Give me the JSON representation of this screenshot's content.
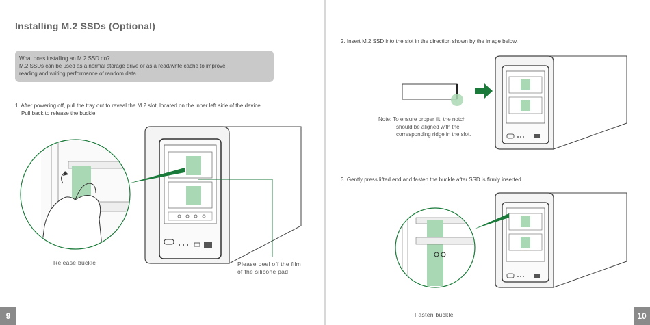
{
  "left_page": {
    "title": "Installing M.2 SSDs (Optional)",
    "info_question": "What does installing an M.2 SSD do?",
    "info_answer_line1": "M.2 SSDs can be used as a normal storage drive or as a read/write cache to improve",
    "info_answer_line2": "reading and writing performance of random data.",
    "step1_line1": "1. After powering off, pull the tray out to reveal the M.2 slot, located on the inner left side of the device.",
    "step1_line2": "Pull back to release the buckle.",
    "caption_release": "Release buckle",
    "caption_peel_line1": "Please peel off the film",
    "caption_peel_line2": "of the silicone pad",
    "page_number": "9"
  },
  "right_page": {
    "step2": "2. Insert M.2 SSD into the slot in the direction shown by the image below.",
    "note_line1": "Note: To ensure proper fit, the notch",
    "note_line2": "should be aligned with the",
    "note_line3": "corresponding ridge in the slot.",
    "step3": "3. Gently press lifted end and fasten the buckle after SSD is firmly inserted.",
    "caption_fasten": "Fasten buckle",
    "page_number": "10"
  },
  "colors": {
    "accent_green": "#1a7a3a",
    "pad_green": "#a9d8b4",
    "page_number_bg": "#8a8a8a",
    "info_box_bg": "#c9c9c9"
  }
}
